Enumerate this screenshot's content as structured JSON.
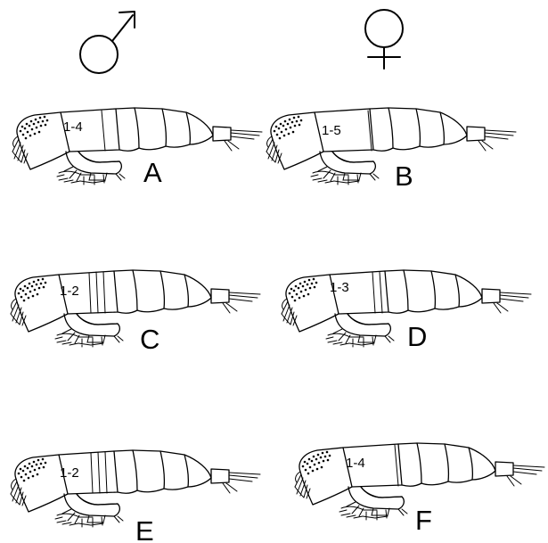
{
  "columns": [
    {
      "symbol_name": "male-symbol-icon"
    },
    {
      "symbol_name": "female-symbol-icon"
    }
  ],
  "panels": [
    {
      "id": "A",
      "letter": "A",
      "segment_label": "1-4",
      "column": "male",
      "ring_lines": 1
    },
    {
      "id": "B",
      "letter": "B",
      "segment_label": "1-5",
      "column": "female",
      "ring_lines": 1
    },
    {
      "id": "C",
      "letter": "C",
      "segment_label": "1-2",
      "column": "male",
      "ring_lines": 3
    },
    {
      "id": "D",
      "letter": "D",
      "segment_label": "1-3",
      "column": "female",
      "ring_lines": 2
    },
    {
      "id": "E",
      "letter": "E",
      "segment_label": "1-2",
      "column": "male",
      "ring_lines": 3
    },
    {
      "id": "F",
      "letter": "F",
      "segment_label": "1-4",
      "column": "female",
      "ring_lines": 1
    }
  ]
}
